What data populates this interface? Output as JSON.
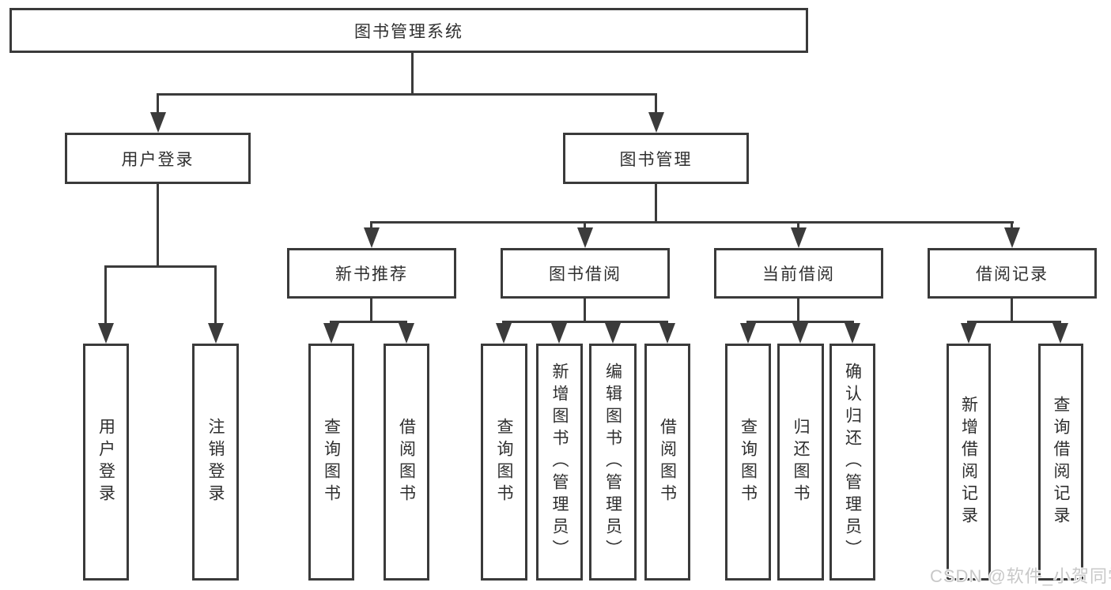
{
  "tree": {
    "root": {
      "label": "图书管理系统"
    },
    "branches": [
      {
        "label": "用户登录",
        "children": [
          {
            "label": "用户登录"
          },
          {
            "label": "注销登录"
          }
        ]
      },
      {
        "label": "图书管理",
        "children": [
          {
            "label": "新书推荐",
            "children": [
              {
                "label": "查询图书"
              },
              {
                "label": "借阅图书"
              }
            ]
          },
          {
            "label": "图书借阅",
            "children": [
              {
                "label": "查询图书"
              },
              {
                "label": "新增图书（管理员）"
              },
              {
                "label": "编辑图书（管理员）"
              },
              {
                "label": "借阅图书"
              }
            ]
          },
          {
            "label": "当前借阅",
            "children": [
              {
                "label": "查询图书"
              },
              {
                "label": "归还图书"
              },
              {
                "label": "确认归还（管理员）"
              }
            ]
          },
          {
            "label": "借阅记录",
            "children": [
              {
                "label": "新增借阅记录"
              },
              {
                "label": "查询借阅记录"
              }
            ]
          }
        ]
      }
    ]
  },
  "watermark": "CSDN @软件_小贺同学",
  "colors": {
    "line": "#3b3b3b",
    "box_border": "#3a3a3a",
    "text": "#2f2f2f",
    "watermark": "#c8c8c8",
    "background": "#ffffff"
  }
}
